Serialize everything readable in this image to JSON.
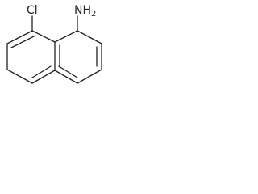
{
  "molecule": {
    "atoms": {
      "chlorine": {
        "element": "Cl"
      },
      "amine": {
        "element": "N",
        "hydrogen": "H",
        "hydrogen_count": "2"
      }
    },
    "colors": {
      "ink": "#222222",
      "background": "#ffffff"
    }
  }
}
